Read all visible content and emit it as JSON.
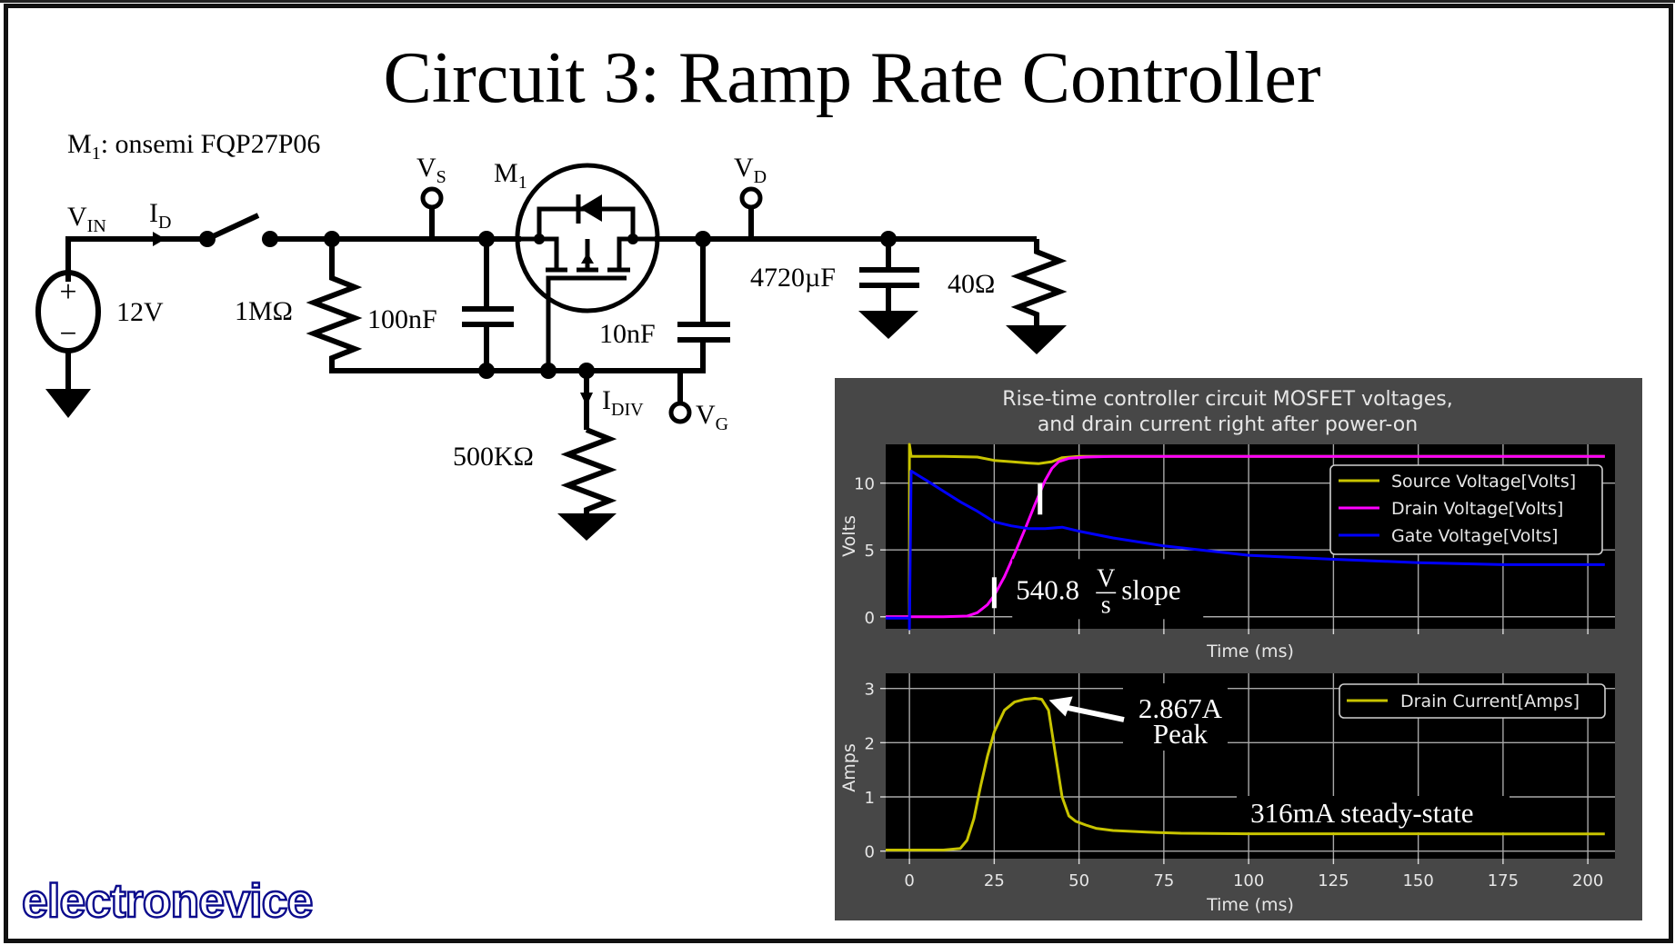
{
  "page": {
    "title": "Circuit 3: Ramp Rate Controller",
    "part_note": {
      "prefix": "M",
      "sub": "1",
      "text": ": onsemi FQP27P06"
    },
    "logo": "electronevice"
  },
  "circuit": {
    "vin": {
      "main": "V",
      "sub": "IN"
    },
    "id": {
      "main": "I",
      "sub": "D"
    },
    "vs": {
      "main": "V",
      "sub": "S"
    },
    "m1": {
      "main": "M",
      "sub": "1"
    },
    "vd": {
      "main": "V",
      "sub": "D"
    },
    "vg": {
      "main": "V",
      "sub": "G"
    },
    "idiv": {
      "main": "I",
      "sub": "DIV"
    },
    "source_value": "12V",
    "source_plus": "+",
    "source_minus": "−",
    "r1": "1MΩ",
    "c1": "100nF",
    "c2": "10nF",
    "c_load": "4720µF",
    "r_load": "40Ω",
    "r_div": "500KΩ"
  },
  "chart_data": [
    {
      "type": "line",
      "title": "Rise-time controller circuit MOSFET voltages,\nand drain current right after power-on",
      "title_lines": [
        "Rise-time controller circuit MOSFET voltages,",
        "and drain current right after power-on"
      ],
      "xlabel": "Time (ms)",
      "ylabel": "Volts",
      "xlim": [
        -7,
        208
      ],
      "ylim": [
        -0.9,
        12.9
      ],
      "xticks": [
        0,
        25,
        50,
        75,
        100,
        125,
        150,
        175,
        200
      ],
      "xtick_labels_visible": false,
      "yticks": [
        0,
        5,
        10
      ],
      "ytick_labels": [
        "0",
        "5",
        "10"
      ],
      "grid": true,
      "legend_position": "upper-right",
      "series": [
        {
          "name": "Source Voltage[Volts]",
          "color": "#c8c400",
          "x": [
            -7,
            0,
            0,
            0.5,
            10,
            20,
            25,
            30,
            35,
            38,
            42,
            45,
            50,
            60,
            100,
            150,
            205
          ],
          "y": [
            0,
            0,
            12.9,
            12.0,
            12.0,
            11.95,
            11.7,
            11.6,
            11.5,
            11.45,
            11.6,
            11.9,
            12.0,
            12.0,
            12.0,
            12.0,
            12.0
          ]
        },
        {
          "name": "Drain Voltage[Volts]",
          "color": "#ff00ff",
          "x": [
            -7,
            0,
            10,
            17,
            20,
            23,
            25,
            28,
            31,
            34,
            37,
            40,
            42,
            44,
            47,
            52,
            60,
            100,
            150,
            205
          ],
          "y": [
            0,
            0,
            0,
            0.05,
            0.3,
            0.9,
            1.6,
            3.0,
            4.7,
            6.5,
            8.4,
            10.2,
            11.1,
            11.6,
            11.85,
            11.95,
            12.0,
            12.0,
            12.0,
            12.0
          ]
        },
        {
          "name": "Gate Voltage[Volts]",
          "color": "#0000ff",
          "x": [
            -7,
            0,
            0,
            0.5,
            5,
            10,
            15,
            20,
            25,
            30,
            35,
            40,
            45,
            50,
            60,
            75,
            100,
            125,
            150,
            175,
            205
          ],
          "y": [
            -0.1,
            -0.1,
            -0.9,
            10.9,
            10.2,
            9.4,
            8.6,
            7.9,
            7.1,
            6.8,
            6.6,
            6.6,
            6.7,
            6.4,
            5.9,
            5.3,
            4.6,
            4.3,
            4.05,
            3.9,
            3.9
          ]
        }
      ],
      "annotations": [
        {
          "text_value": "540.8",
          "text_num": "V",
          "text_den": "s",
          "text_suffix": "slope",
          "x": 33,
          "y": 2.0
        },
        {
          "marker": "tick",
          "x": 25,
          "y": 1.8
        },
        {
          "marker": "tick",
          "x": 38.5,
          "y": 8.8
        }
      ]
    },
    {
      "type": "line",
      "xlabel": "Time (ms)",
      "ylabel": "Amps",
      "xlim": [
        -7,
        208
      ],
      "ylim": [
        -0.14,
        3.28
      ],
      "xticks": [
        0,
        25,
        50,
        75,
        100,
        125,
        150,
        175,
        200
      ],
      "xtick_labels": [
        "0",
        "25",
        "50",
        "75",
        "100",
        "125",
        "150",
        "175",
        "200"
      ],
      "yticks": [
        0,
        1,
        2,
        3
      ],
      "ytick_labels": [
        "0",
        "1",
        "2",
        "3"
      ],
      "grid": true,
      "legend_position": "upper-right",
      "series": [
        {
          "name": "Drain Current[Amps]",
          "color": "#c8c400",
          "x": [
            -7,
            0,
            10,
            15,
            17,
            19,
            21,
            23,
            25,
            28,
            31,
            34,
            37,
            39,
            41,
            43,
            45,
            47,
            49,
            52,
            55,
            60,
            70,
            80,
            100,
            150,
            205
          ],
          "y": [
            0.02,
            0.02,
            0.02,
            0.05,
            0.2,
            0.6,
            1.2,
            1.75,
            2.2,
            2.6,
            2.75,
            2.8,
            2.82,
            2.8,
            2.6,
            1.8,
            1.0,
            0.65,
            0.55,
            0.48,
            0.42,
            0.38,
            0.35,
            0.33,
            0.32,
            0.32,
            0.316
          ]
        }
      ],
      "annotations": [
        {
          "text_lines": [
            "2.867A",
            "Peak"
          ],
          "arrow_to": {
            "x": 39,
            "y": 2.82
          }
        },
        {
          "text": "316mA steady-state",
          "x": 100,
          "y": 0.6
        }
      ]
    }
  ]
}
